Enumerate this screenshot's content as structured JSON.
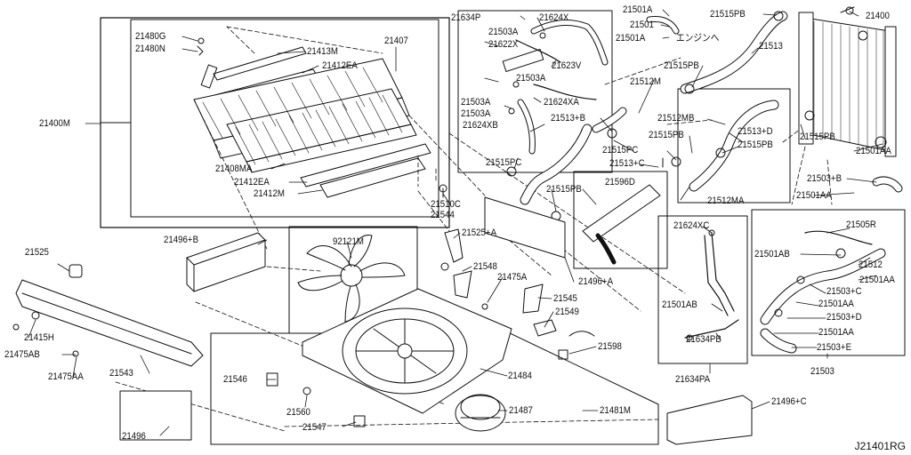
{
  "diagram_code": "J21401RG",
  "labels": {
    "p21480G": "21480G",
    "p21480N": "21480N",
    "p21413M": "21413M",
    "p21407": "21407",
    "p21412EA_top": "21412EA",
    "p21400M": "21400M",
    "p21408MA": "21408MA",
    "p21412EA_bot": "21412EA",
    "p21412M": "21412M",
    "p21634P": "21634P",
    "p21624X": "21624X",
    "p21503A_1": "21503A",
    "p21622X": "21622X",
    "p21623V": "21623V",
    "p21503A_2": "21503A",
    "p21503A_3": "21503A",
    "p21624XA": "21624XA",
    "p21503A_4": "21503A",
    "p21624XB": "21624XB",
    "p21515PC_1": "21515PC",
    "p21501A_1": "21501A",
    "p21501": "21501",
    "p21501A_2": "21501A",
    "engine_note": "エンジンへ",
    "p21515PB_1": "21515PB",
    "p21513": "21513",
    "p21400": "21400",
    "p21515PB_2": "21515PB",
    "p21512M": "21512M",
    "p21513B": "21513+B",
    "p21512MB": "21512MB",
    "p21513D": "21513+D",
    "p21515PC_2": "21515PC",
    "p21515PB_3": "21515PB",
    "p21515PB_4": "21515PB",
    "p21515PB_5": "21515PB",
    "p21513C": "21513+C",
    "p21501AA_1": "21501AA",
    "p21503B": "21503+B",
    "p21501AA_2": "21501AA",
    "p21512MA": "21512MA",
    "p21515PB_6": "21515PB",
    "p21596D": "21596D",
    "p21510C": "21510C",
    "p21544": "21544",
    "p21525A": "21525+A",
    "p21548": "21548",
    "p21475A": "21475A",
    "p21496A": "21496+A",
    "p21545": "21545",
    "p21549": "21549",
    "p21598": "21598",
    "p92121M": "92121M",
    "p21496B": "21496+B",
    "p21525": "21525",
    "p21415H": "21415H",
    "p21475AB": "21475AB",
    "p21475AA": "21475AA",
    "p21543": "21543",
    "p21496": "21496",
    "p21546": "21546",
    "p21560": "21560",
    "p21547": "21547",
    "p21484": "21484",
    "p21487": "21487",
    "p21481M": "21481M",
    "p21496C": "21496+C",
    "p21624XC": "21624XC",
    "p21501AB_1": "21501AB",
    "p21634PB": "21634PB",
    "p21634PA": "21634PA",
    "p21505R": "21505R",
    "p21501AB_2": "21501AB",
    "p21512": "21512",
    "p21501AA_3": "21501AA",
    "p21503C": "21503+C",
    "p21501AA_4": "21501AA",
    "p21503D": "21503+D",
    "p21501AA_5": "21501AA",
    "p21503E": "21503+E",
    "p21503": "21503"
  }
}
